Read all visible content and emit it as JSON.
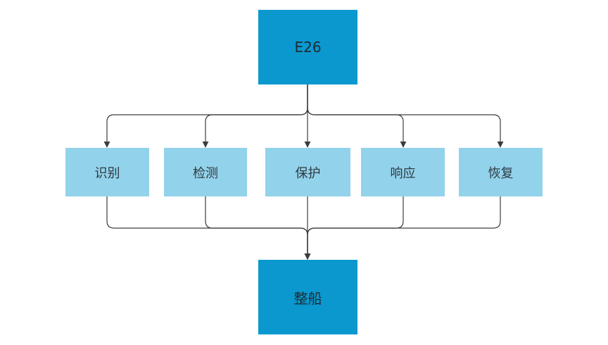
{
  "diagram": {
    "top_node": {
      "label": "E26"
    },
    "middle_nodes": [
      {
        "label": "识别"
      },
      {
        "label": "检测"
      },
      {
        "label": "保护"
      },
      {
        "label": "响应"
      },
      {
        "label": "恢复"
      }
    ],
    "bottom_node": {
      "label": "整船"
    }
  },
  "colors": {
    "main_node_fill": "#0a98cf",
    "sub_node_fill": "#93d2eb",
    "connector": "#3a3d40"
  }
}
